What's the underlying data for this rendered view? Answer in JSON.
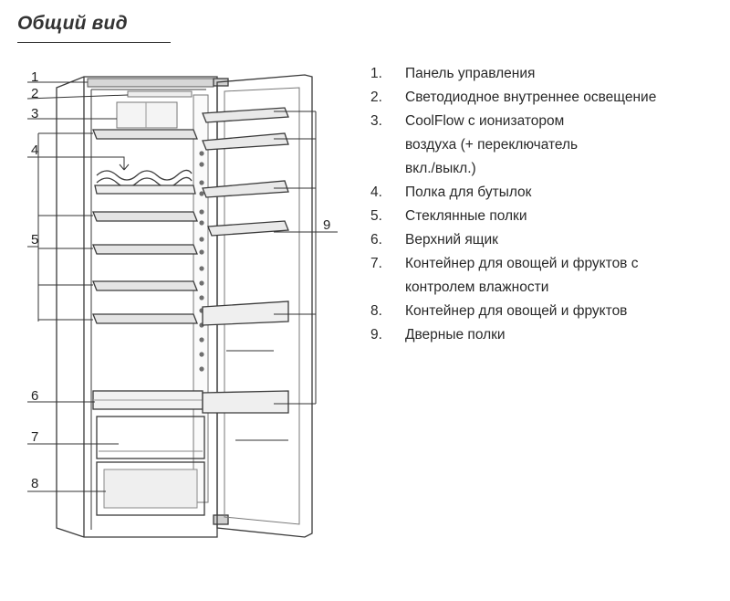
{
  "title": "Общий вид",
  "callouts": [
    "1",
    "2",
    "3",
    "4",
    "5",
    "6",
    "7",
    "8",
    "9"
  ],
  "legend": [
    {
      "num": "1.",
      "lines": [
        "Панель управления"
      ]
    },
    {
      "num": "2.",
      "lines": [
        "Светодиодное внутреннее освещение"
      ]
    },
    {
      "num": "3.",
      "lines": [
        "CoolFlow с ионизатором",
        "воздуха (+ переключатель",
        "вкл./выкл.)"
      ]
    },
    {
      "num": "4.",
      "lines": [
        "Полка для бутылок"
      ]
    },
    {
      "num": "5.",
      "lines": [
        "Стеклянные полки"
      ]
    },
    {
      "num": "6.",
      "lines": [
        "Верхний ящик"
      ]
    },
    {
      "num": "7.",
      "lines": [
        "Контейнер для овощей и фруктов с",
        "контролем влажности"
      ]
    },
    {
      "num": "8.",
      "lines": [
        "Контейнер для овощей и фруктов"
      ]
    },
    {
      "num": "9.",
      "lines": [
        "Дверные полки"
      ]
    }
  ]
}
